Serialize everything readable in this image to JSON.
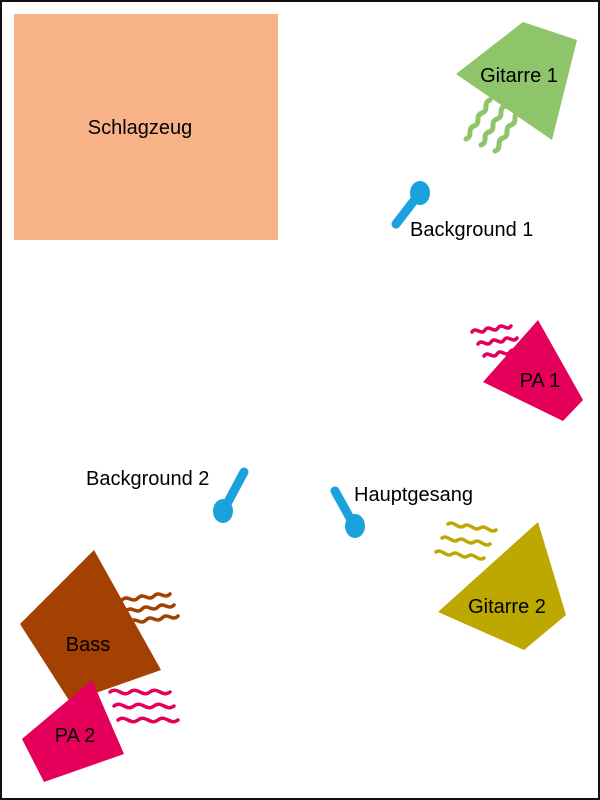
{
  "title": "",
  "colors": {
    "drums": "#f8b287",
    "guitar1": "#8ec46a",
    "guitar2": "#bca800",
    "pa": "#e4005a",
    "bass": "#a34102",
    "mic": "#1ba1de"
  },
  "instruments": {
    "drums": "Schlagzeug",
    "guitar1": "Gitarre 1",
    "guitar2": "Gitarre 2",
    "bass": "Bass",
    "pa1": "PA 1",
    "pa2": "PA 2"
  },
  "microphones": {
    "background1": "Background 1",
    "background2": "Background 2",
    "lead": "Hauptgesang"
  },
  "icons": [
    "microphone-icon",
    "sound-wave-icon",
    "speaker-cabinet-icon"
  ]
}
